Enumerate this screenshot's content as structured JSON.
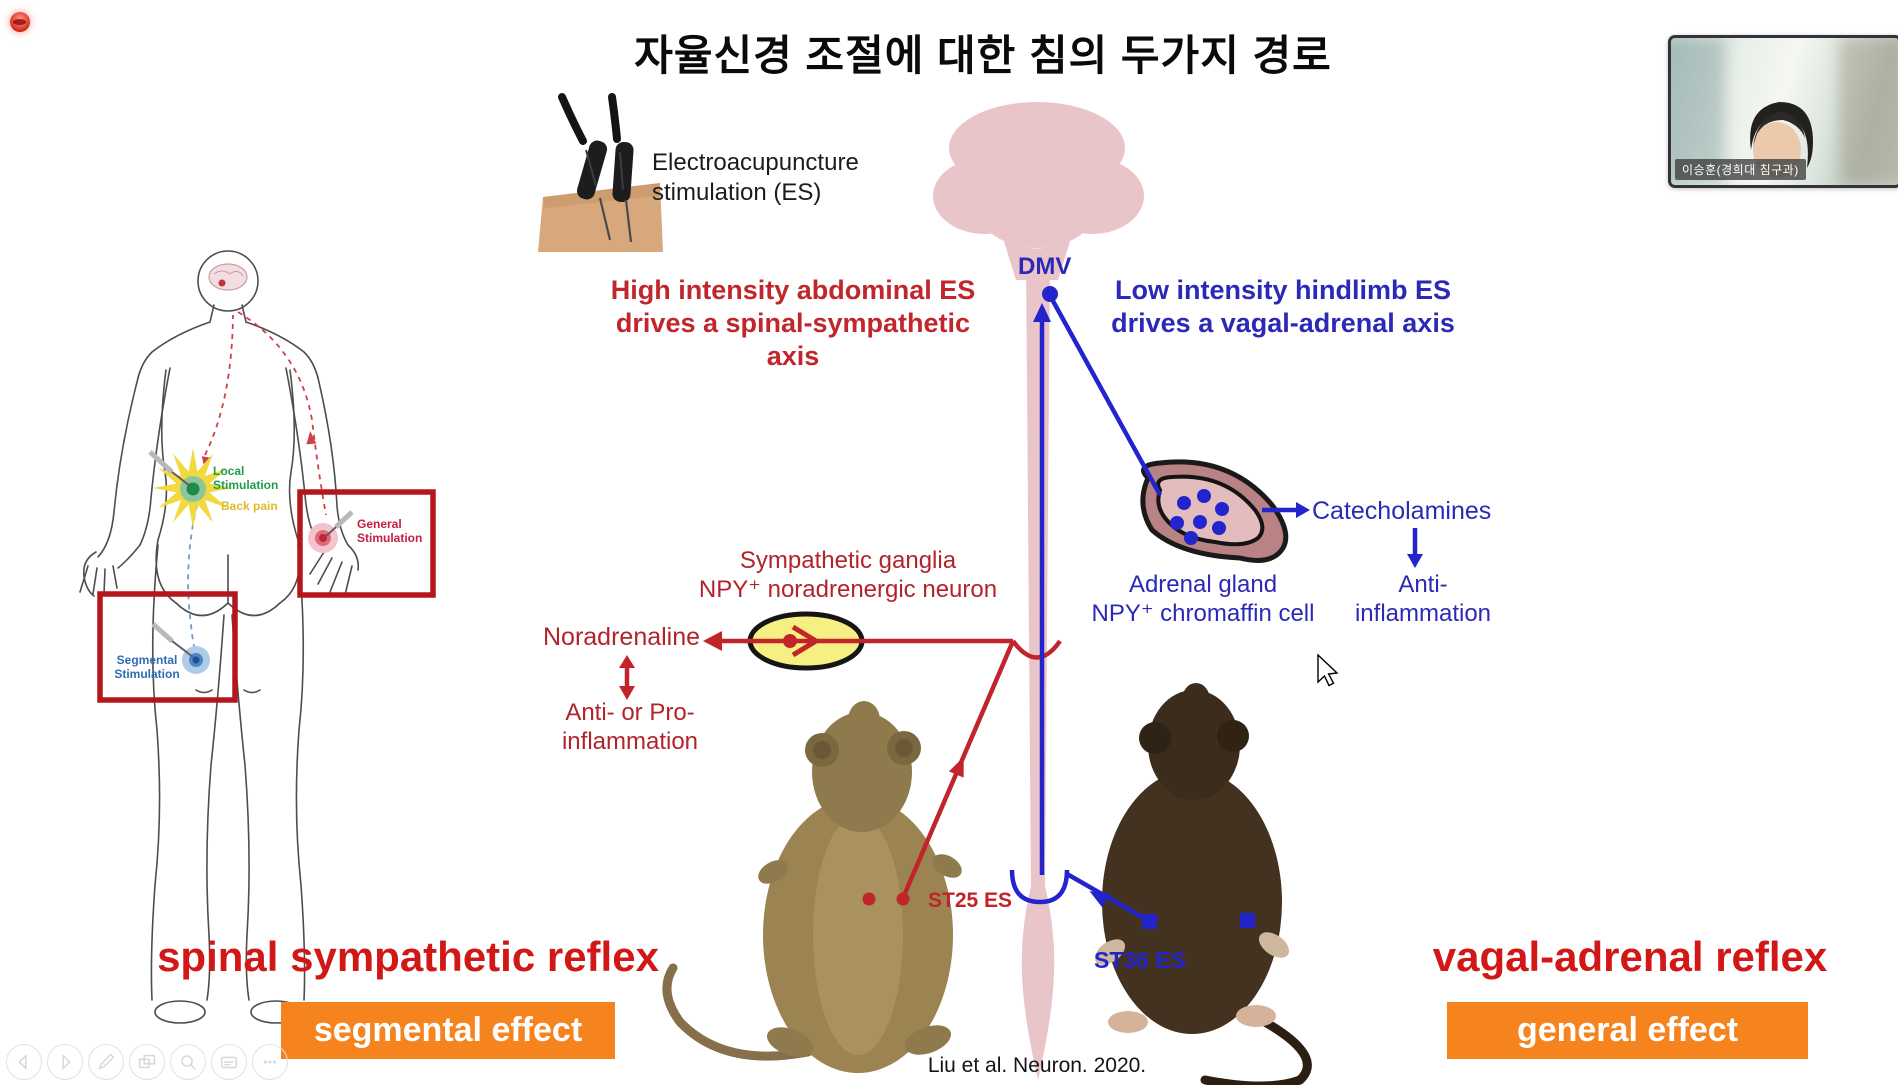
{
  "title": "자율신경 조절에 대한 침의 두가지 경로",
  "webcam": {
    "name_label": "이승훈(경희대 침구과)"
  },
  "slide": {
    "ea_caption": "Electroacupuncture\nstimulation (ES)",
    "red_axis_heading": "High intensity abdominal ES\ndrives a spinal-sympathetic axis",
    "blue_axis_heading": "Low intensity hindlimb ES\ndrives a vagal-adrenal axis",
    "dmv_label": "DMV",
    "sympathetic_label": "Sympathetic ganglia\nNPY⁺ noradrenergic neuron",
    "noradrenaline_label": "Noradrenaline",
    "anti_or_pro_label": "Anti- or Pro-\ninflammation",
    "adrenal_label": "Adrenal gland\nNPY⁺ chromaffin cell",
    "catecholamines_label": "Catecholamines",
    "anti_inflammation_label": "Anti-\ninflammation",
    "st25_label": "ST25 ES",
    "st36_label": "ST36 ES",
    "citation": "Liu et al. Neuron. 2020.",
    "body_figure": {
      "local_label": "Local\nStimulation",
      "back_pain_label": "Back pain",
      "general_label": "General\nStimulation",
      "segmental_label": "Segmental\nStimulation"
    },
    "footer": {
      "left_reflex": "spinal sympathetic reflex",
      "left_effect": "segmental effect",
      "right_reflex": "vagal-adrenal reflex",
      "right_effect": "general effect"
    }
  },
  "toolbar": {
    "icons": [
      "previous-slide",
      "next-slide",
      "pen-tool",
      "slide-overview",
      "zoom-tool",
      "screen-tool",
      "more-options"
    ]
  },
  "colors": {
    "red_text": "#c0262c",
    "footer_red": "#d21717",
    "blue_text": "#2b29b5",
    "orange_box": "#f5831e",
    "cord_pink": "#e9c5ca",
    "ganglion_yellow": "#f6ef83",
    "local_green": "#1f9d4f",
    "back_pain_yellow": "#ddbc2a",
    "segmental_blue": "#2f6cb3",
    "general_red": "#c21f45",
    "highlight_box_red": "#b5161d"
  }
}
